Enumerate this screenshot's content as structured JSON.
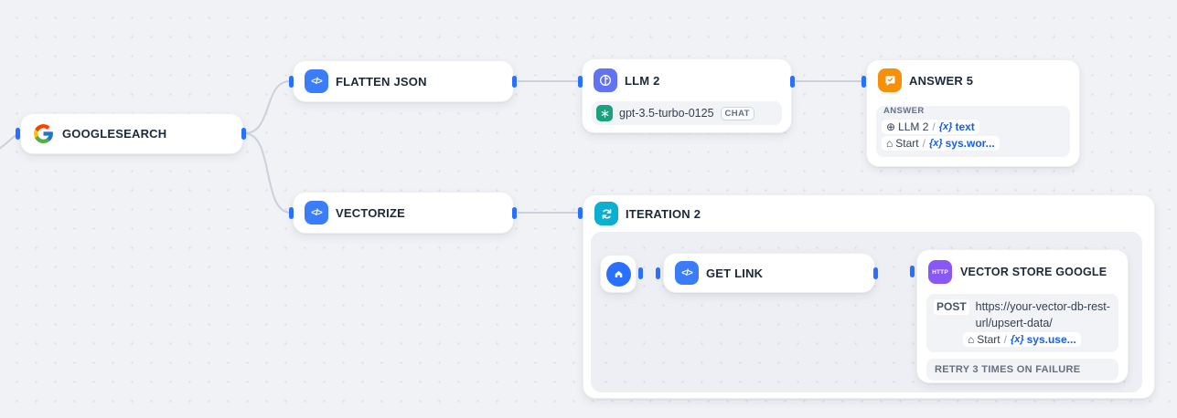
{
  "canvas": {
    "accent_blue": "#2970FF",
    "edge_color": "#CBD0DA"
  },
  "icons": {
    "code_glyph": "</>",
    "llm_mini_glyph": "⊕",
    "home_mini_glyph": "⌂"
  },
  "nodes": {
    "googlesearch": {
      "title": "GOOGLESEARCH"
    },
    "flatten_json": {
      "title": "FLATTEN JSON"
    },
    "llm2": {
      "title": "LLM 2",
      "model": {
        "name": "gpt-3.5-turbo-0125",
        "badge": "CHAT"
      }
    },
    "answer5": {
      "title": "ANSWER 5",
      "panel_label": "ANSWER",
      "vars": [
        {
          "source": "LLM 2",
          "separator": "/",
          "var_prefix": "{x}",
          "var_name": "text"
        },
        {
          "source": "Start",
          "separator": "/",
          "var_prefix": "{x}",
          "var_name": "sys.wor..."
        }
      ]
    },
    "vectorize": {
      "title": "VECTORIZE"
    },
    "iteration2": {
      "title": "ITERATION 2"
    },
    "get_link": {
      "title": "GET LINK"
    },
    "vector_store_google": {
      "title": "VECTOR STORE GOOGLE",
      "icon_label": "HTTP",
      "method": "POST",
      "url": "https://your-vector-db-rest-url/upsert-data/",
      "var": {
        "source": "Start",
        "separator": "/",
        "var_prefix": "{x}",
        "var_name": "sys.use..."
      },
      "retry_label": "RETRY 3 TIMES ON FAILURE"
    }
  }
}
